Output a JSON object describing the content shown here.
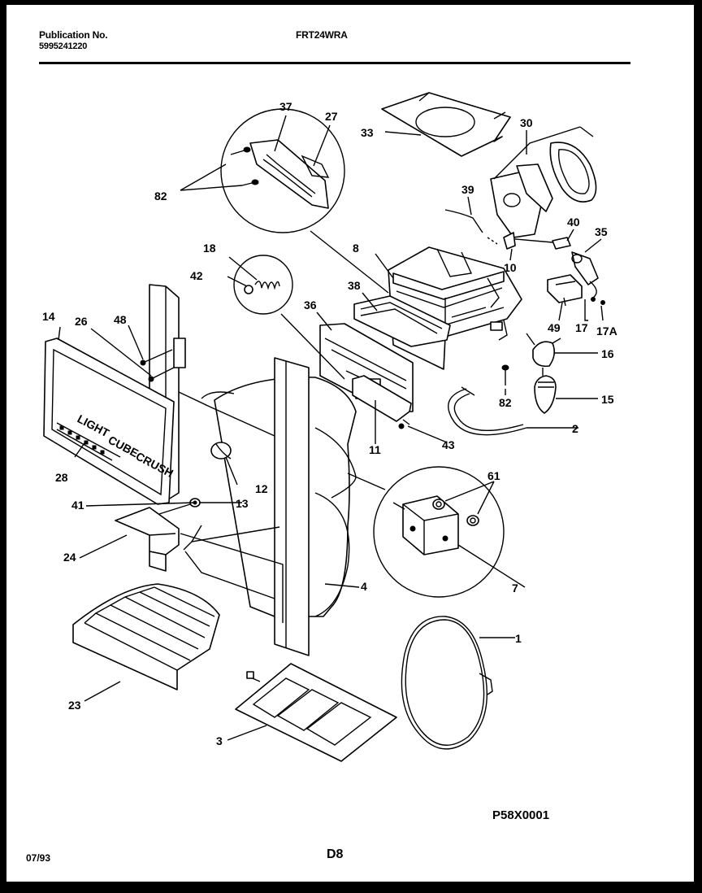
{
  "header": {
    "publication_label": "Publication No.",
    "publication_number": "5995241220",
    "model": "FRT24WRA"
  },
  "footer": {
    "date": "07/93",
    "page": "D8",
    "drawing_code": "P58X0001"
  },
  "labels": {
    "l1": "1",
    "l2": "2",
    "l3": "3",
    "l4": "4",
    "l7": "7",
    "l8": "8",
    "l10": "10",
    "l11": "11",
    "l12": "12",
    "l13": "13",
    "l14": "14",
    "l15": "15",
    "l16": "16",
    "l17": "17",
    "l17a": "17A",
    "l18": "18",
    "l23": "23",
    "l24": "24",
    "l26": "26",
    "l27": "27",
    "l28": "28",
    "l30": "30",
    "l33": "33",
    "l35": "35",
    "l36": "36",
    "l37": "37",
    "l38": "38",
    "l39": "39",
    "l40": "40",
    "l41": "41",
    "l42": "42",
    "l43": "43",
    "l48": "48",
    "l49": "49",
    "l61": "61",
    "l82a": "82",
    "l82b": "82"
  },
  "panel_text": {
    "light": "LIGHT",
    "cube": "CUBE",
    "crush": "CRUSH"
  }
}
